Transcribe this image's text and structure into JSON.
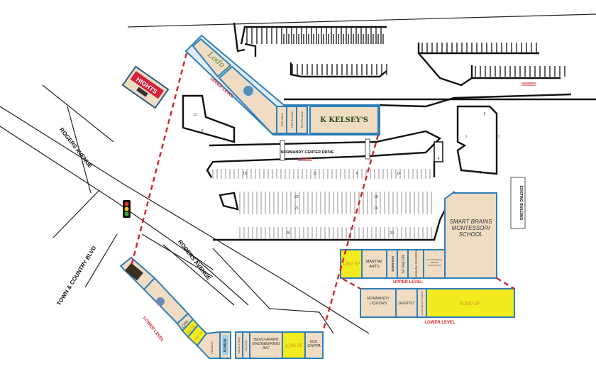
{
  "streets": {
    "rogers_avenue_north": "ROGERS AVENUE",
    "rogers_avenue_south": "ROGERS AVENUE",
    "town_country": "TOWN & COUNTRY BLVD",
    "normandy_drive": "NORMANDY CENTER DRIVE",
    "existing_building": "EXISTING BUILDING"
  },
  "logos": {
    "hights": "HIGHTS",
    "lodo": "Lodo Pizza",
    "kelseys": "K KELSEY'S"
  },
  "upper_center": {
    "level_label": "UPPER LEVEL",
    "tenants": [
      "FIVE NAILS",
      "TWIP ACHIAM",
      "The UPS Store"
    ]
  },
  "lower_left": {
    "level_label": "LOWER LEVEL",
    "tenants": [
      "CPA",
      "750 SF",
      "1,450 SF",
      "PINNACLE",
      "KUMON",
      "GROVE STUDIO",
      "MR GYRO",
      "BENCHMARK ENGINEERING INC",
      "1,796 SF",
      "GOL GAPPA"
    ]
  },
  "right_upper": {
    "level_label": "UPPER LEVEL",
    "tenants": [
      "1,897 SF",
      "MARTIAL ARTS",
      "StateFarm",
      "M TAILOR",
      "HASANA CHURCH",
      "OCCUPATIONAL REHAB ASSOCIATES",
      "SMART BRAINS MONTESSORI SCHOOL"
    ]
  },
  "right_lower": {
    "level_label": "LOWER LEVEL",
    "tenants": [
      "NORMANDY LIQUORS",
      "DENTIST",
      "APPLE BEAUTY SUPPLY",
      "8,000 SF"
    ]
  },
  "parking_counts": [
    "11",
    "6",
    "15",
    "11",
    "4",
    "14",
    "22",
    "21",
    "16",
    "16",
    "20",
    "20",
    "4",
    "5",
    "7",
    "7",
    "6"
  ],
  "colors": {
    "tenant": "#efdcc3",
    "available": "#f2ec1f",
    "outline": "#2f7fb8",
    "level": "#d2232a"
  }
}
